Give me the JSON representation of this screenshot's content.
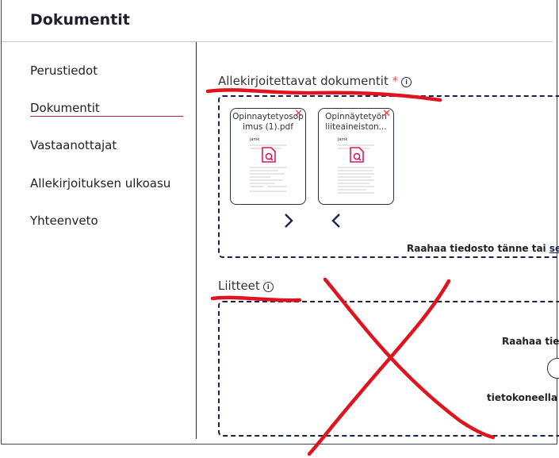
{
  "header": {
    "title": "Dokumentit"
  },
  "sidebar": {
    "items": [
      {
        "label": "Perustiedot"
      },
      {
        "label": "Dokumentit",
        "active": true
      },
      {
        "label": "Vastaanottajat"
      },
      {
        "label": "Allekirjoituksen ulkoasu"
      },
      {
        "label": "Yhteenveto"
      }
    ]
  },
  "documents_section": {
    "title": "Allekirjoitettavat dokumentit",
    "required_marker": "*",
    "files": [
      {
        "name": "Opinnaytetyosopimus (1).pdf",
        "display": "Opinnaytetyosopimus (1).pdf"
      },
      {
        "name": "Opinnäytetyön liiteaineiston...",
        "display": "Opinnäytetyön liiteaineiston..."
      }
    ],
    "drop_text": "Raahaa tiedosto tänne tai",
    "drop_link": "sel"
  },
  "attachments_section": {
    "title": "Liitteet",
    "drop_text": "Raahaa tie",
    "secondary_text": "tietokoneella"
  },
  "colors": {
    "accent": "#c2185b",
    "annotation_red": "#e0141e",
    "border_navy": "#1a2350"
  },
  "icons": {
    "info": "info-icon",
    "close": "close-icon",
    "arrow_right": "chevron-right-icon",
    "arrow_left": "chevron-left-icon",
    "file_search": "file-search-icon"
  }
}
